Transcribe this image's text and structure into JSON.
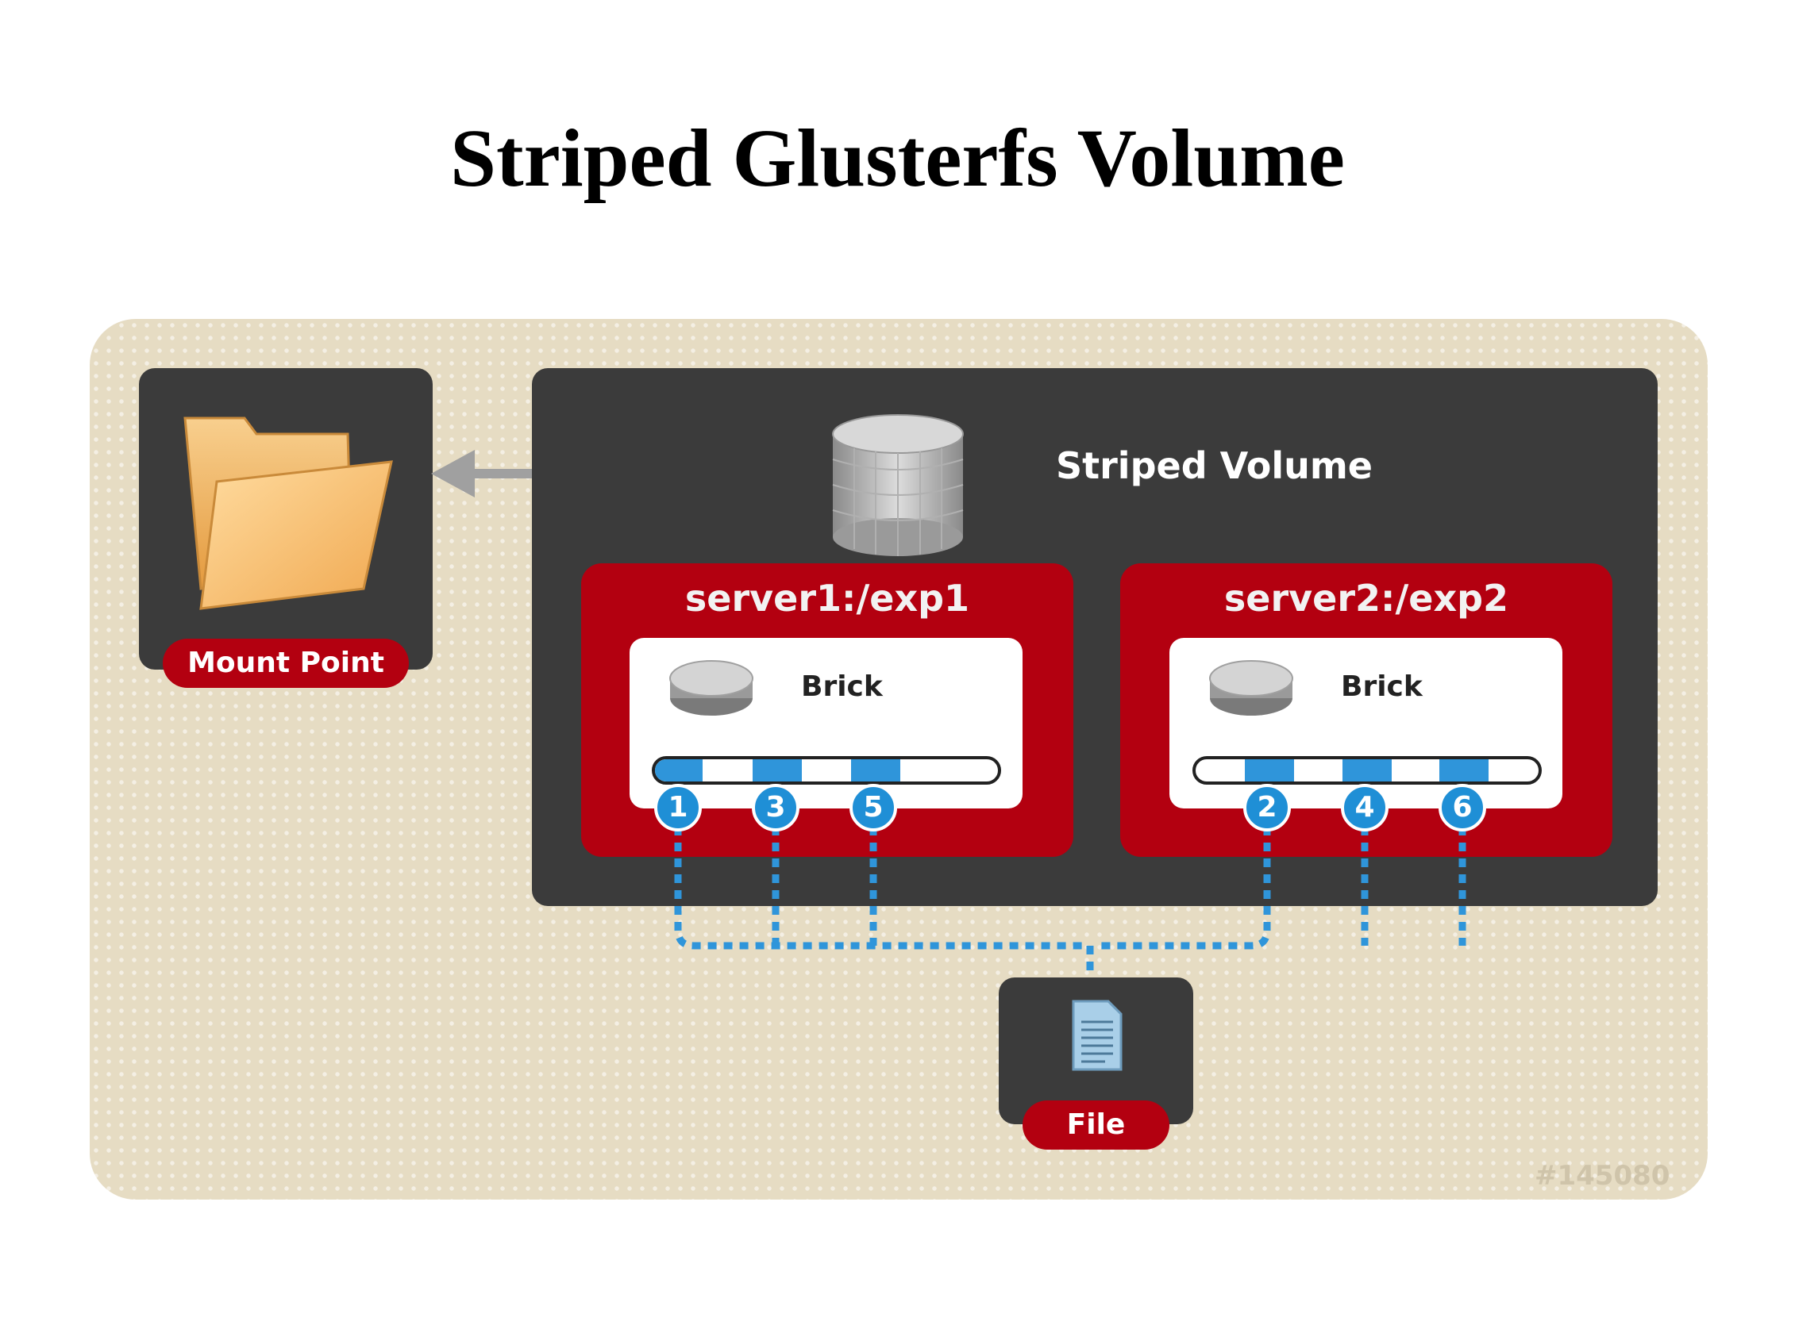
{
  "title": "Striped Glusterfs Volume",
  "mount_point": {
    "label": "Mount Point",
    "icon": "folder-icon"
  },
  "volume": {
    "label": "Striped Volume",
    "icon": "database-icon"
  },
  "servers": [
    {
      "name": "server1:/exp1",
      "brick_label": "Brick",
      "stripes": [
        "1",
        "3",
        "5"
      ]
    },
    {
      "name": "server2:/exp2",
      "brick_label": "Brick",
      "stripes": [
        "2",
        "4",
        "6"
      ]
    }
  ],
  "file": {
    "label": "File",
    "icon": "document-icon"
  },
  "watermark": "#145080",
  "colors": {
    "panel": "#e6dcc3",
    "dark": "#3b3b3b",
    "red": "#b30010",
    "stripe_blue": "#2f95da",
    "folder": "#f2b96a"
  }
}
